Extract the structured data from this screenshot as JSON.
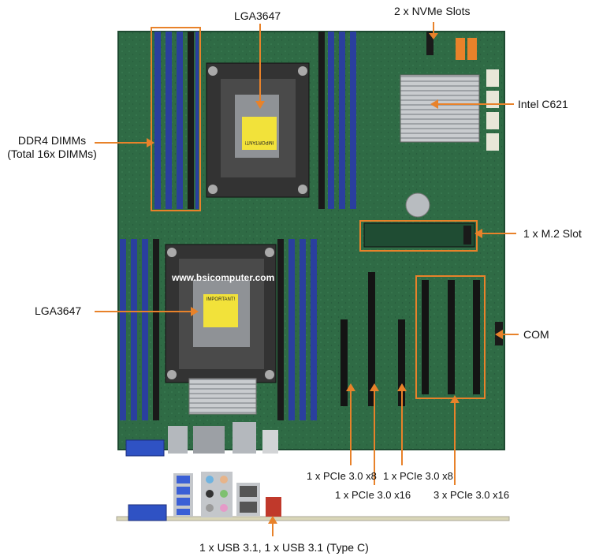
{
  "labels": {
    "cpu_top": "LGA3647",
    "nvme": "2 x NVMe Slots",
    "chipset": "Intel C621",
    "dimms_line1": "DDR4 DIMMs",
    "dimms_line2": "(Total 16x DIMMs)",
    "m2": "1 x M.2 Slot",
    "cpu_bottom": "LGA3647",
    "com": "COM",
    "pcie_x8_a": "1 x PCIe 3.0 x8",
    "pcie_x8_b": "1 x PCIe 3.0 x8",
    "pcie_x16_single": "1 x PCIe 3.0 x16",
    "pcie_x16_triple": "3 x PCIe 3.0 x16",
    "usb": "1 x USB 3.1, 1 x USB 3.1 (Type C)"
  },
  "board_text": {
    "watermark": "www.bsicomputer.com",
    "important_top": "IMPORTANT!",
    "important_bottom": "IMPORTANT!"
  },
  "colors": {
    "annotation": "#e8822a",
    "pcb": "#2f6b45",
    "dimm_blue": "#2a3f9e",
    "label_sticker": "#f2e23a"
  }
}
